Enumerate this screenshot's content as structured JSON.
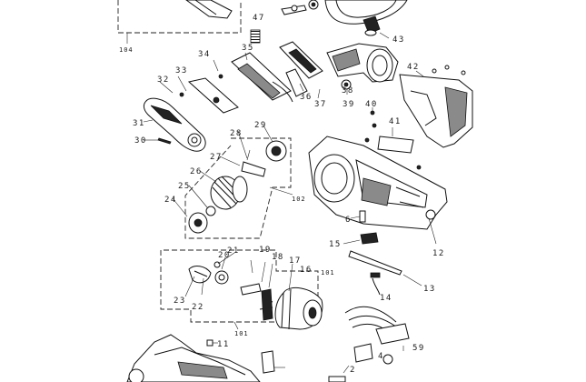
{
  "diagram": {
    "type": "exploded-parts-diagram",
    "labels": {
      "p2": "2",
      "p4": "4",
      "p6": "6",
      "p11": "11",
      "p12": "12",
      "p13": "13",
      "p14": "14",
      "p15": "15",
      "p16": "16",
      "p17": "17",
      "p18": "18",
      "p19": "19",
      "p20": "20",
      "p21": "21",
      "p22": "22",
      "p23": "23",
      "p24": "24",
      "p25": "25",
      "p26": "26",
      "p27": "27",
      "p28": "28",
      "p29": "29",
      "p30": "30",
      "p31": "31",
      "p32": "32",
      "p33": "33",
      "p34": "34",
      "p35": "35",
      "p36": "36",
      "p37": "37",
      "p38": "38",
      "p39": "39",
      "p40": "40",
      "p41": "41",
      "p42": "42",
      "p43": "43",
      "p47": "47",
      "p59": "59",
      "p101a": "101",
      "p101b": "101",
      "p102": "102",
      "p104": "104"
    }
  }
}
